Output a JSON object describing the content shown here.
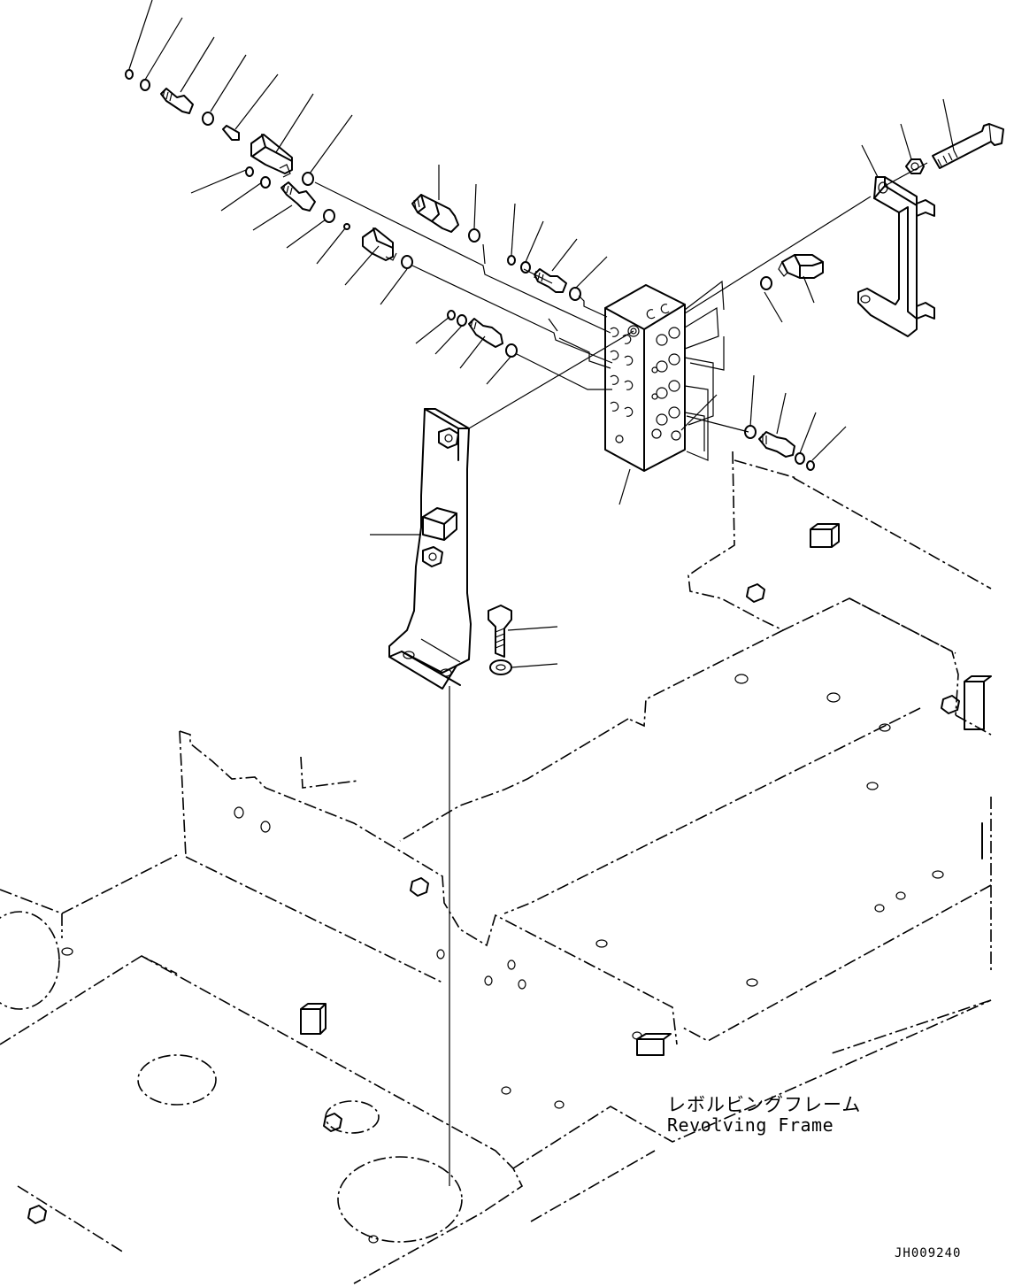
{
  "labels": {
    "frame_name_jp": "レボルビングフレーム",
    "frame_name_en": "Revolving Frame",
    "drawing_number": "JH009240"
  }
}
